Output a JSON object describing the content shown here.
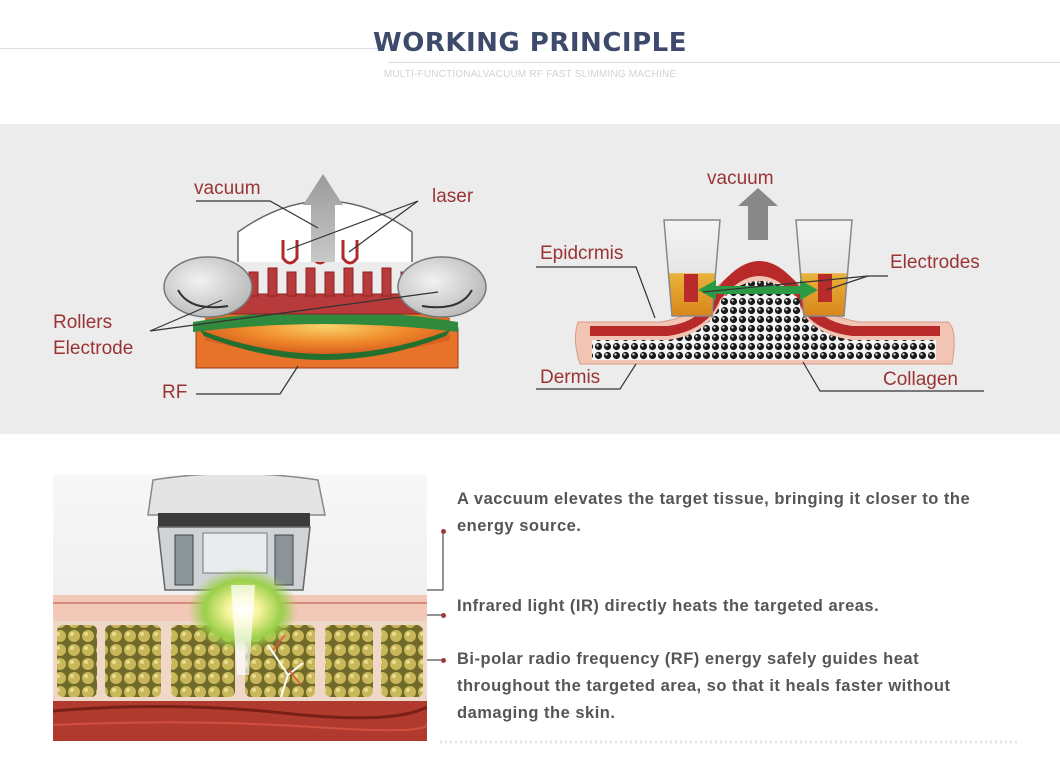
{
  "header": {
    "title": "WORKING PRINCIPLE",
    "subtitle": "MULTI-FUNCTIONALVACUUM RF FAST SLIMMING MACHINE"
  },
  "diagram_left": {
    "labels": {
      "vacuum": "vacuum",
      "laser": "laser",
      "rollers": "Rollers",
      "electrode": "Electrode",
      "rf": "RF"
    }
  },
  "diagram_right": {
    "labels": {
      "vacuum": "vacuum",
      "epidermis": "Epidcrmis",
      "electrodes": "Electrodes",
      "dermis": "Dermis",
      "collagen": "Collagen"
    }
  },
  "description": {
    "items": [
      {
        "text": "A vaccuum elevates the target tissue, bringing it closer to the energy source."
      },
      {
        "text": "Infrared light (IR) directly heats the targeted areas."
      },
      {
        "text": "Bi-polar radio frequency (RF) energy safely guides heat throughout the targeted area, so that it heals faster without damaging the skin."
      }
    ]
  },
  "colors": {
    "title": "#3d4a6b",
    "label": "#9a3434",
    "text": "#555555",
    "panel": "#ececec"
  },
  "icons": [
    "vacuum-arrow-icon",
    "roller-icon",
    "electrode-icon",
    "laser-emitter-icon"
  ]
}
